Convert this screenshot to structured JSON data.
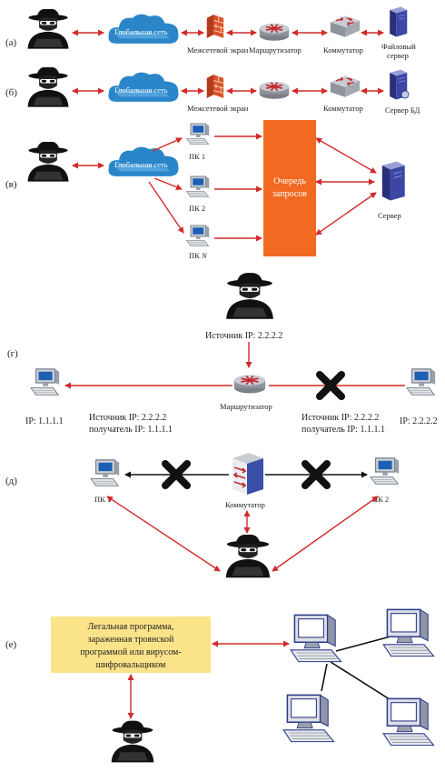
{
  "panels": {
    "a": "(а)",
    "b": "(б)",
    "v": "(в)",
    "g": "(г)",
    "d": "(д)",
    "e": "(е)"
  },
  "labels": {
    "global_net": "Глобальная сеть",
    "firewall": "Межсетевой экран",
    "router": "Маршрутизатор",
    "switch": "Коммутатор",
    "file_server_1": "Файловый",
    "file_server_2": "сервер",
    "db_server": "Сервер БД",
    "pc1": "ПК 1",
    "pc2": "ПК 2",
    "pcN": "ПК",
    "pcN_italic": "N",
    "queue_1": "Очередь",
    "queue_2": "запросов",
    "server": "Сервер",
    "source_ip_top": "Источник IP: 2.2.2.2",
    "ip_left": "IP: 1.1.1.1",
    "ip_right": "IP: 2.2.2.2",
    "src_left_1": "Источник IP: 2.2.2.2",
    "src_left_2": "получатель IP: 1.1.1.1",
    "src_right_1": "Источник IP: 2.2.2.2",
    "src_right_2": "получатель IP: 1.1.1.1",
    "router_g": "Маршрутизатор",
    "switch_d": "Коммутатор",
    "pc1_d": "ПК 1",
    "pc2_d": "ПК 2",
    "legal_1": "Легальная программа,",
    "legal_2": "зараженная троянской",
    "legal_3": "программой или вирусом-",
    "legal_4": "шифровальщиком"
  },
  "colors": {
    "arrow": "#d42a2a",
    "queue": "#f26a21",
    "legal_box": "#fbe38a",
    "cloud": "#2b86c9",
    "black": "#111111"
  }
}
